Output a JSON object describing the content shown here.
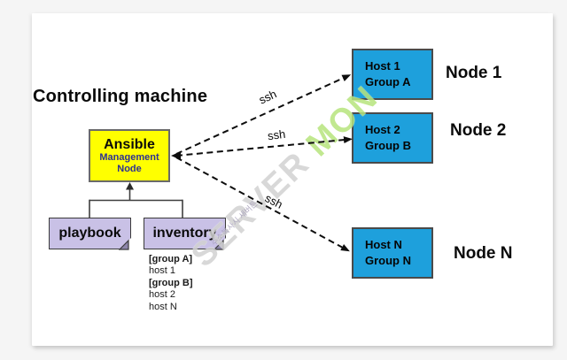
{
  "title": "Controlling machine",
  "ansible": {
    "name": "Ansible",
    "sub1": "Management",
    "sub2": "Node"
  },
  "artifacts": {
    "playbook": "playbook",
    "inventory": "inventory"
  },
  "inventory_listing": {
    "lines": [
      "[group A]",
      "host 1",
      "[group B]",
      "host 2",
      "host N"
    ]
  },
  "hosts": [
    {
      "host": "Host 1",
      "group": "Group A",
      "node": "Node 1"
    },
    {
      "host": "Host 2",
      "group": "Group B",
      "node": "Node 2"
    },
    {
      "host": "Host N",
      "group": "Group N",
      "node": "Node N"
    }
  ],
  "ssh": {
    "label1": "ssh",
    "label2": "ssh",
    "label3": "ssh"
  },
  "watermark": {
    "word1": "SERVER",
    "word2": "MON",
    "small": "주소복사시 새버튼"
  },
  "colors": {
    "host_box_blue": "#1EA0DC",
    "ansible_yellow": "#FFFF00",
    "artifact_lavender": "#C9C1E6",
    "ansible_subtext_navy": "#2E3192",
    "watermark_gray": "#d2d2d2",
    "watermark_green": "#b7e47d"
  }
}
